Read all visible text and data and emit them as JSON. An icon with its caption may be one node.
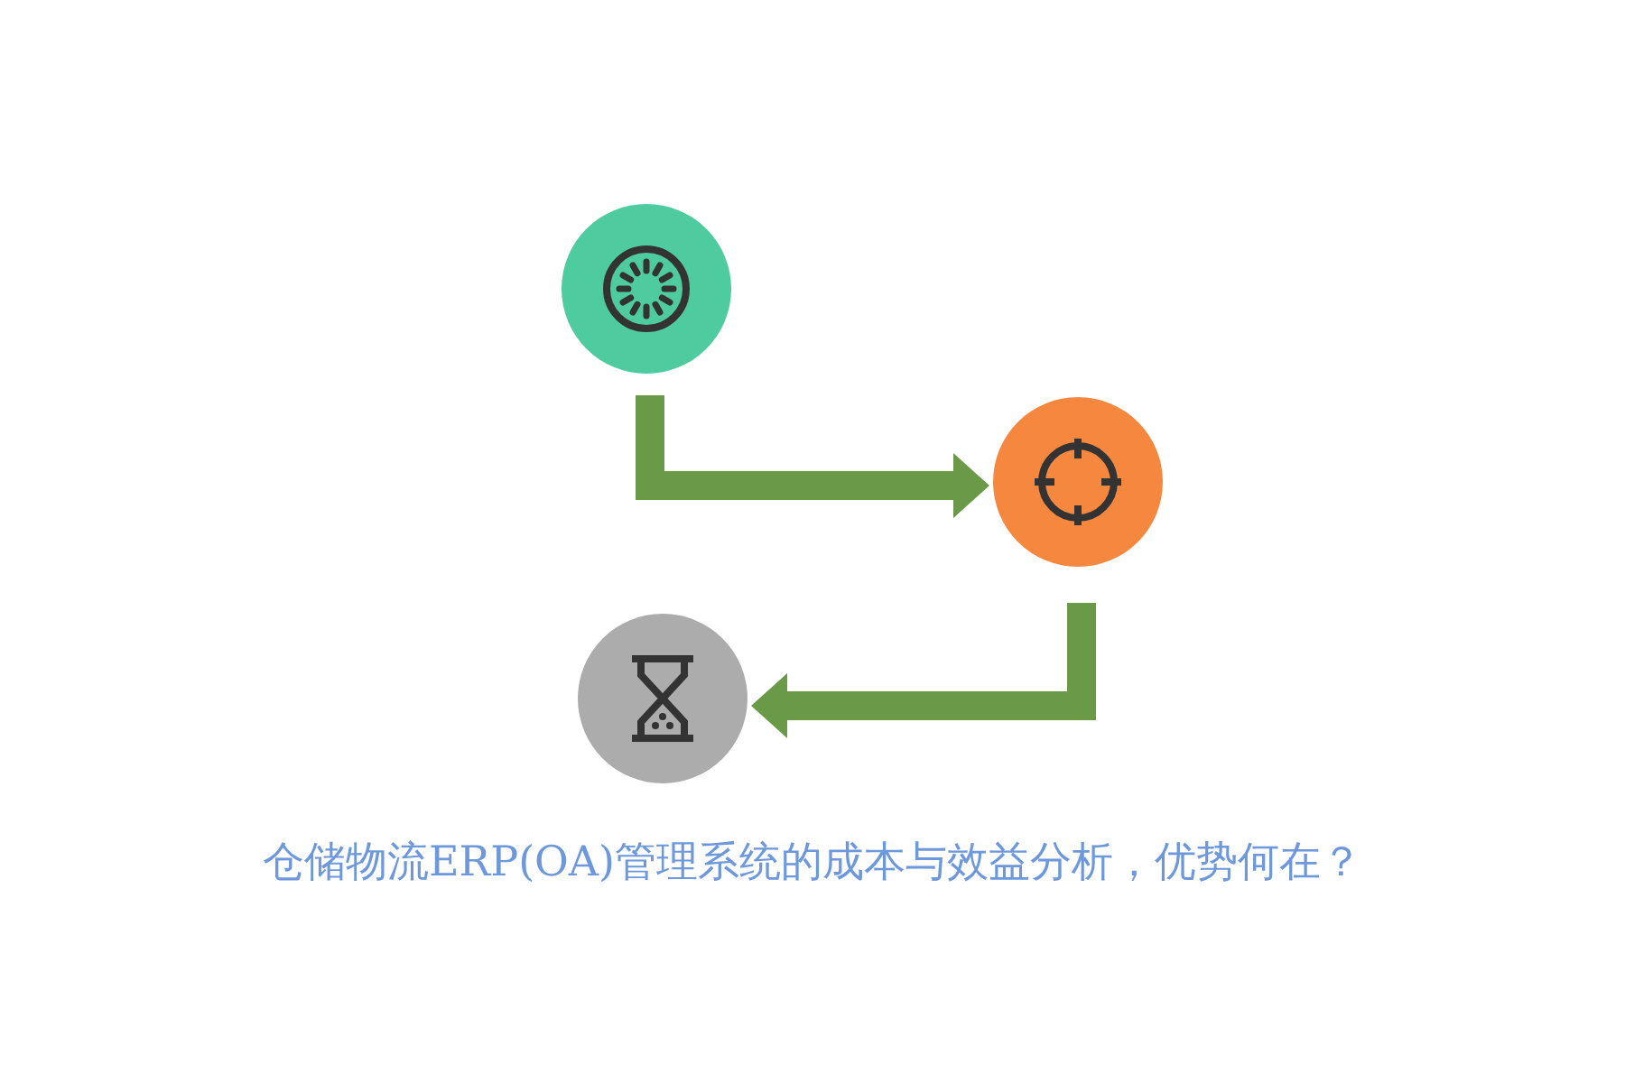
{
  "diagram": {
    "title": "仓储物流ERP(OA)管理系统的成本与效益分析，优势何在？",
    "nodes": [
      {
        "text": [],
        "shape": "circle"
      },
      {
        "text": [],
        "shape": "circle"
      },
      {
        "text": [],
        "shape": "circle"
      }
    ],
    "edges": [
      {
        "from": 0,
        "to": 1,
        "arrow": "to"
      },
      {
        "from": 1,
        "to": 2,
        "arrow": "to"
      }
    ]
  }
}
